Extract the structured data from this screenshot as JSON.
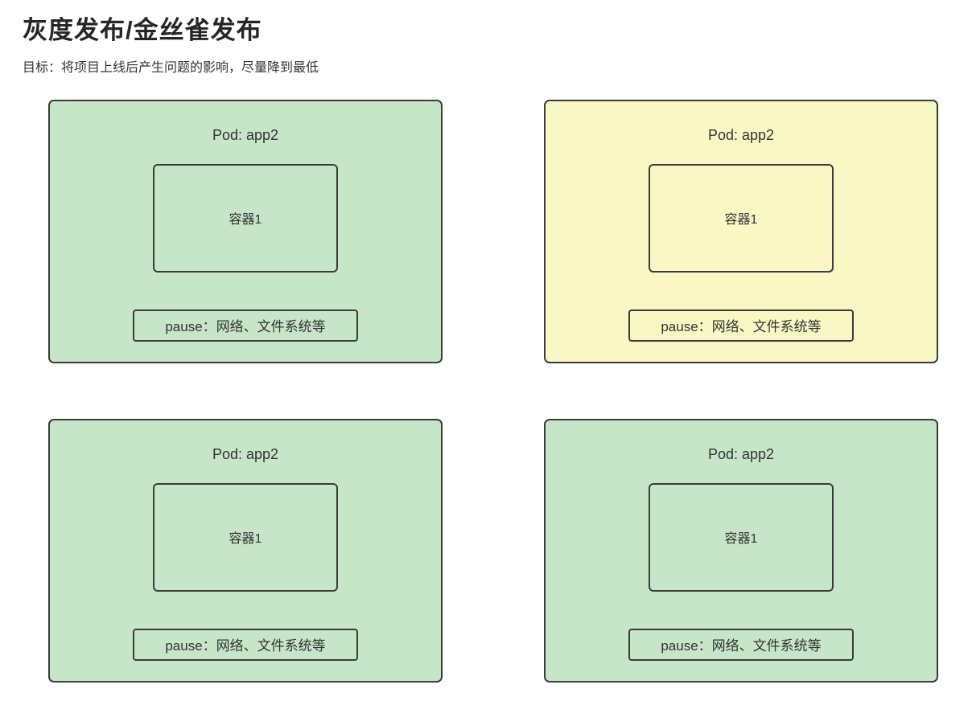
{
  "page": {
    "title": "灰度发布/金丝雀发布",
    "subtitle": "目标：将项目上线后产生问题的影响，尽量降到最低"
  },
  "colors": {
    "green": "#c7e6c8",
    "yellow": "#f9f8c5",
    "border": "#3b3b3b",
    "text": "#333333"
  },
  "pods": [
    {
      "title": "Pod: app2",
      "container_label": "容器1",
      "pause_label": "pause：网络、文件系统等",
      "variant": "green"
    },
    {
      "title": "Pod: app2",
      "container_label": "容器1",
      "pause_label": "pause：网络、文件系统等",
      "variant": "yellow"
    },
    {
      "title": "Pod: app2",
      "container_label": "容器1",
      "pause_label": "pause：网络、文件系统等",
      "variant": "green"
    },
    {
      "title": "Pod: app2",
      "container_label": "容器1",
      "pause_label": "pause：网络、文件系统等",
      "variant": "green"
    }
  ]
}
